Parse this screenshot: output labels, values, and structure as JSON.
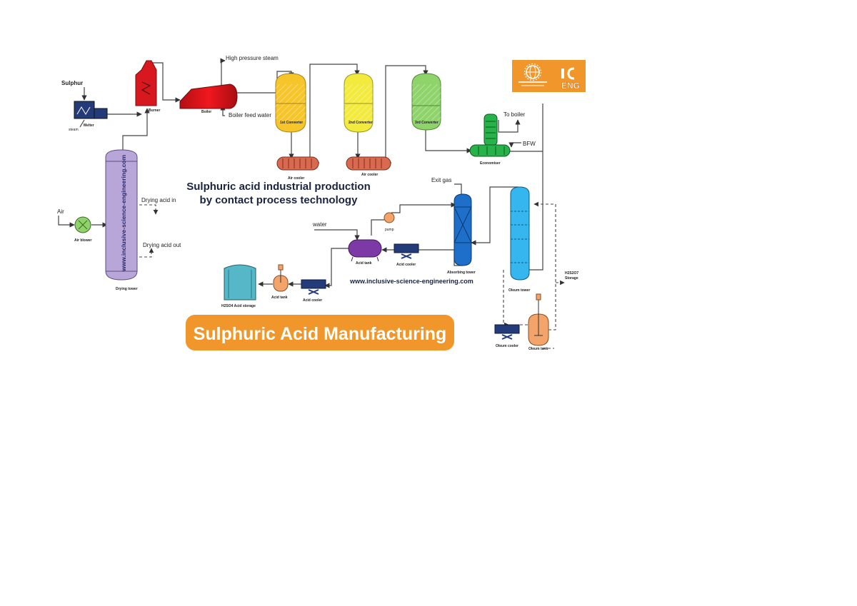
{
  "title": {
    "line1": "Sulphuric acid industrial production",
    "line2": "by contact process technology"
  },
  "banner": "Sulphuric Acid Manufacturing",
  "watermarks": {
    "vertical": "www.inclusive-science-engineering.com",
    "horizontal": "www.inclusive-science-engineering.com"
  },
  "logo": {
    "text": "ENG",
    "accent_color": "#f0962a",
    "icon": "globe-gear-icon"
  },
  "colors": {
    "banner": "#f0962a",
    "converter1": "#f6c52a",
    "converter2": "#f2ea3c",
    "converter3": "#8fd36b",
    "economiser": "#27b34a",
    "absorbing": "#1e6fc9",
    "oleum_tower": "#35b6ef",
    "drying_tower": "#b9a6d8",
    "burner": "#d7191f",
    "boiler": "#e8141b",
    "acid_tank": "#7d3aa6",
    "storage": "#55b7c7",
    "cooler": "#243b7a",
    "orange_vessel": "#f3a46a"
  },
  "labels": {
    "sulphur": "Sulphur",
    "steam": "steam",
    "melter": "Melter",
    "burner": "Burner",
    "boiler": "Boiler",
    "hp_steam": "High pressure steam",
    "boiler_feed": "Boiler feed water",
    "conv1": "1st Converter",
    "conv2": "2nd Converter",
    "conv3": "3rd Converter",
    "air_cooler1": "Air cooler",
    "air_cooler2": "Air cooler",
    "to_boiler": "To boiler",
    "bfw": "BFW",
    "economiser": "Economiser",
    "exit_gas": "Exit gas",
    "air": "Air",
    "air_blower": "Air blower",
    "drying_acid_in": "Drying acid in",
    "drying_acid_out": "Drying acid out",
    "drying_tower": "Drying tower",
    "pump": "pump",
    "water": "water",
    "acid_tank_mid": "Acid tank",
    "acid_cooler_mid": "Acid cooler",
    "absorbing_tower": "Absorbing tower",
    "oleum_tower": "Oleum tower",
    "h2s2o7_storage_1": "H2S2O7",
    "h2s2o7_storage_2": "Storage",
    "h2so4_storage": "H2SO4 Acid storage",
    "acid_tank_low": "Acid tank",
    "acid_cooler_low": "Acid cooler",
    "oleum_cooler": "Oleum cooler",
    "oleum_tank": "Oleum tank"
  }
}
